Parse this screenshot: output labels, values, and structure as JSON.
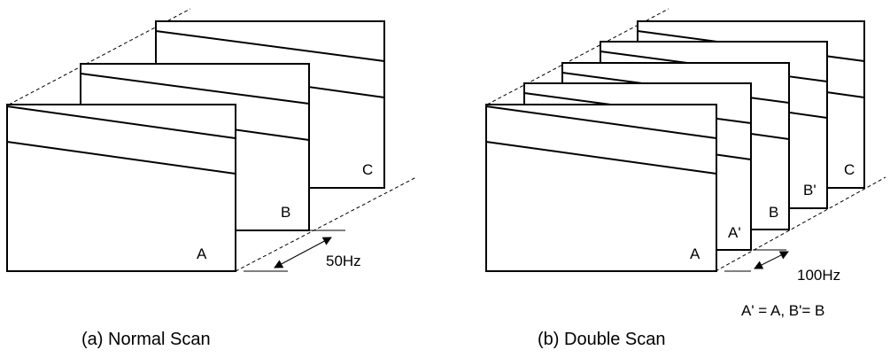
{
  "panel_a": {
    "frames": [
      "C",
      "B",
      "A"
    ],
    "rate_label": "50Hz",
    "caption": "(a) Normal Scan"
  },
  "panel_b": {
    "frames": [
      "C",
      "B'",
      "B",
      "A'",
      "A"
    ],
    "rate_label": "100Hz",
    "equation": "A' = A, B'= B",
    "caption": "(b) Double Scan"
  }
}
